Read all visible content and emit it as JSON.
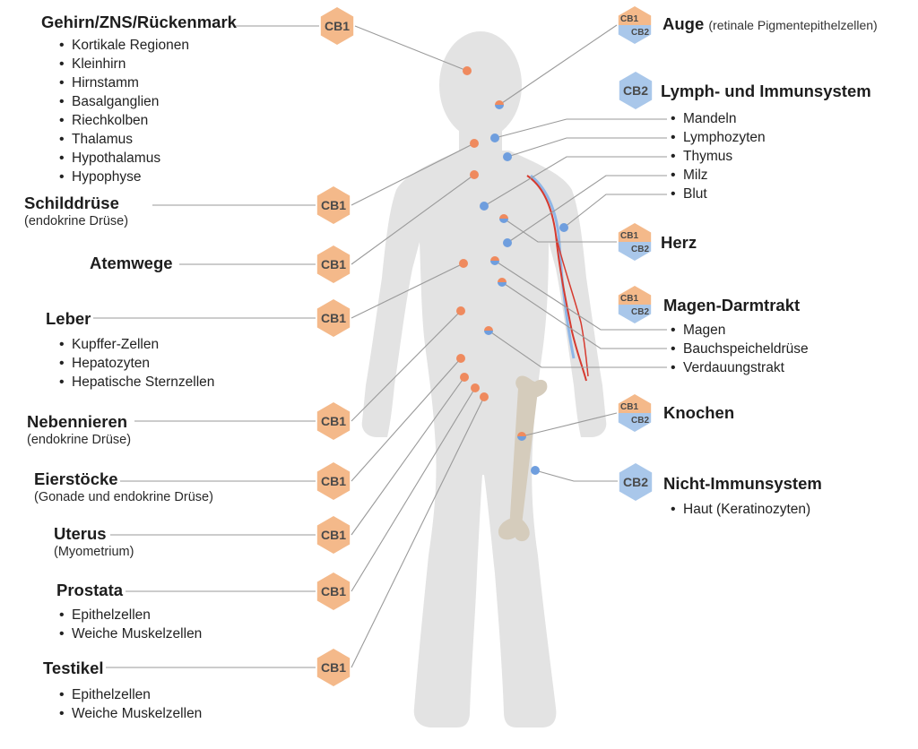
{
  "colors": {
    "cb1": "#f4b98a",
    "cb2": "#a9c7ea",
    "cb1_dot": "#ef8a5e",
    "cb2_dot": "#6f9ede",
    "body": "#e3e3e3",
    "bone": "#d5ccbc",
    "line": "#9a9a9a",
    "artery": "#d63a2f",
    "vein": "#8fb6e6"
  },
  "receptor_labels": {
    "cb1": "CB1",
    "cb2": "CB2"
  },
  "left": {
    "brain": {
      "title": "Gehirn/ZNS/Rückenmark",
      "items": [
        "Kortikale Regionen",
        "Kleinhirn",
        "Hirnstamm",
        "Basalganglien",
        "Riechkolben",
        "Thalamus",
        "Hypothalamus",
        "Hypophyse"
      ]
    },
    "thyroid": {
      "title": "Schilddrüse",
      "subtitle": "(endokrine Drüse)"
    },
    "airways": {
      "title": "Atemwege"
    },
    "liver": {
      "title": "Leber",
      "items": [
        "Kupffer-Zellen",
        "Hepatozyten",
        "Hepatische Sternzellen"
      ]
    },
    "adrenal": {
      "title": "Nebennieren",
      "subtitle": "(endokrine Drüse)"
    },
    "ovaries": {
      "title": "Eierstöcke",
      "subtitle": "(Gonade und endokrine Drüse)"
    },
    "uterus": {
      "title": "Uterus",
      "subtitle": "(Myometrium)"
    },
    "prostate": {
      "title": "Prostata",
      "items": [
        "Epithelzellen",
        "Weiche Muskelzellen"
      ]
    },
    "testes": {
      "title": "Testikel",
      "items": [
        "Epithelzellen",
        "Weiche Muskelzellen"
      ]
    }
  },
  "right": {
    "eye": {
      "title": "Auge",
      "note": "(retinale Pigmentepithelzellen)"
    },
    "lymph": {
      "title": "Lymph- und Immunsystem",
      "items": [
        "Mandeln",
        "Lymphozyten",
        "Thymus",
        "Milz",
        "Blut"
      ]
    },
    "heart": {
      "title": "Herz"
    },
    "gi": {
      "title": "Magen-Darmtrakt",
      "items": [
        "Magen",
        "Bauchspeicheldrüse",
        "Verdauungstrakt"
      ]
    },
    "bone": {
      "title": "Knochen"
    },
    "nonimmune": {
      "title": "Nicht-Immunsystem",
      "items": [
        "Haut (Keratinozyten)"
      ]
    }
  }
}
